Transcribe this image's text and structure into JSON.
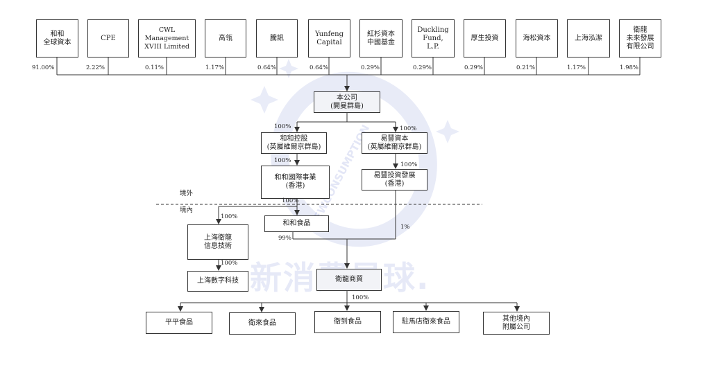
{
  "shareholders": [
    {
      "name": "和和\n全球資本",
      "pct": "91.00%"
    },
    {
      "name": "CPE",
      "pct": "2.22%"
    },
    {
      "name": "CWL Management\nXVIII Limited",
      "pct": "0.11%"
    },
    {
      "name": "高瓴",
      "pct": "1.17%"
    },
    {
      "name": "騰訊",
      "pct": "0.64%"
    },
    {
      "name": "Yunfeng\nCapital",
      "pct": "0.64%"
    },
    {
      "name": "紅杉資本\n中國基金",
      "pct": "0.29%"
    },
    {
      "name": "Duckling\nFund,\nL.P.",
      "pct": "0.29%"
    },
    {
      "name": "厚生投資",
      "pct": "0.29%"
    },
    {
      "name": "海松資本",
      "pct": "0.21%"
    },
    {
      "name": "上海泓潔",
      "pct": "1.17%"
    },
    {
      "name": "衛龍\n未來發展\n有限公司",
      "pct": "1.98%"
    }
  ],
  "company": {
    "name": "本公司\n(開曼群島)"
  },
  "entities": {
    "hehe_holding": {
      "name": "和和控股\n(英屬維爾京群島)",
      "pct": "100%"
    },
    "yifeng_capital": {
      "name": "易豐資本\n(英屬維爾京群島)",
      "pct": "100%"
    },
    "hehe_intl": {
      "name": "和和國際事業\n(香港)",
      "pct": "100%"
    },
    "yifeng_invest": {
      "name": "易豐投資發展\n(香港)",
      "pct": "100%"
    },
    "hehe_food": {
      "name": "和和食品",
      "pct": "100%"
    },
    "sh_weilong_it": {
      "name": "上海衛龍\n信息技術",
      "pct": "100%"
    },
    "sh_digital": {
      "name": "上海數字科技",
      "pct": "100%"
    },
    "weilong_trade": {
      "name": "衛龍商貿",
      "pct_from_food": "99%",
      "pct_from_yifeng": "1%"
    }
  },
  "subsidiaries_pct": "100%",
  "subsidiaries": [
    {
      "name": "平平食品"
    },
    {
      "name": "衛來食品"
    },
    {
      "name": "衛到食品"
    },
    {
      "name": "駐馬店衛來食品"
    },
    {
      "name": "其他境內\n附屬公司"
    }
  ],
  "regions": {
    "offshore": "境外",
    "onshore": "境內"
  },
  "watermark": {
    "ring_text": "NEWCONSUMPTION",
    "main_text": "新消費星球."
  },
  "colors": {
    "line": "#333333",
    "company_fill": "#f2f3f7",
    "watermark": "#4a5fc4"
  }
}
